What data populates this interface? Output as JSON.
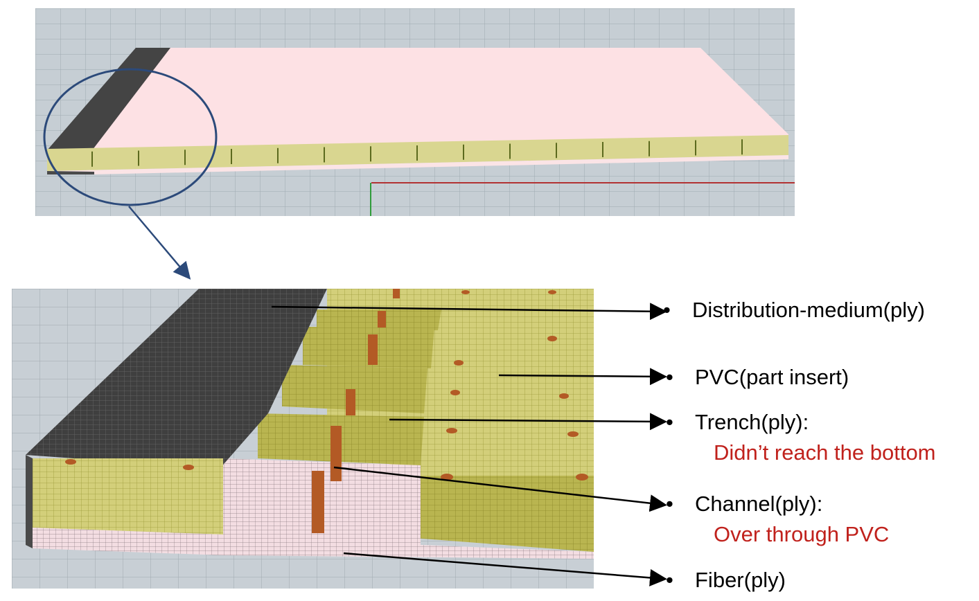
{
  "colors": {
    "note": "#c0211c",
    "grid_bg": "#c5cdd3",
    "panel_pink": "#fde0e3",
    "foam_yellow": "#d9d98f",
    "medium_dark": "#4a4a4a",
    "channel_brown": "#b35a25",
    "circle_blue": "#2c4a7a"
  },
  "views": {
    "top": {
      "name": "full-panel-view"
    },
    "detail": {
      "name": "zoomed-edge-view"
    }
  },
  "labels": [
    {
      "bullet": "•",
      "text": "Distribution-medium(ply)"
    },
    {
      "bullet": "•",
      "text": "PVC(part insert)"
    },
    {
      "bullet": "•",
      "text": "Trench(ply):",
      "note": "Didn’t reach the bottom"
    },
    {
      "bullet": "•",
      "text": "Channel(ply):",
      "note": "Over through PVC"
    },
    {
      "bullet": "•",
      "text": "Fiber(ply)"
    }
  ]
}
